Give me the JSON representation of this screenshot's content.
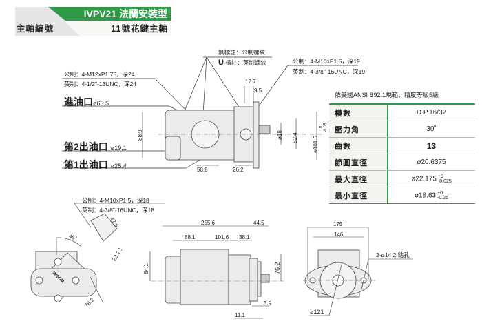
{
  "header": {
    "title": "IVPV21 法蘭安裝型",
    "shaft_label": "主軸編號",
    "shaft_value": "11號花鍵主軸"
  },
  "side_view": {
    "thread_note_metric_default": "無標註：公制螺紋",
    "thread_note_u_prefix": "U",
    "thread_note_u": "標註：英制螺紋",
    "inlet_bolt_metric": "公制：4-M12xP1.75，深24",
    "inlet_bolt_imperial": "英制：4-1/2\"-13UNC，深24",
    "outlet_bolt_metric": "公制：4-M10xP1.5，深19",
    "outlet_bolt_imperial": "英制：4-3/8\"-16UNC，深19",
    "inlet_label": "進油口",
    "inlet_size": "ø63.5",
    "outlet2_label": "第2出油口",
    "outlet2_size": "ø19.1",
    "outlet1_label": "第1出油口",
    "outlet1_size": "ø25.4",
    "dims": {
      "height": "88.9",
      "d1": "50.8",
      "d2": "26.2",
      "flange_thick": "12.7",
      "flange_pilot": "9.5",
      "shaft_dia": "ø18",
      "shaft_span": "52.4",
      "pilot_dia": "ø101.6",
      "pilot_tol_upper": "0",
      "pilot_tol_lower": "-0.05"
    }
  },
  "spline_spec": {
    "title": "依美國ANSI B92.1規範，精度等級5級",
    "rows": [
      {
        "key": "模數",
        "value": "D.P.16/32"
      },
      {
        "key": "壓力角",
        "value": "30˚"
      },
      {
        "key": "齒數",
        "value": "13"
      },
      {
        "key": "節圓直徑",
        "value": "ø20.6375"
      },
      {
        "key": "最大直徑",
        "value": "ø22.175",
        "tol_upper": "+0",
        "tol_lower": "-0.025"
      },
      {
        "key": "最小直徑",
        "value": "ø18.63",
        "tol_upper": "+0",
        "tol_lower": "-0.25"
      }
    ]
  },
  "end_view": {
    "bolt_metric": "公制：4-M10xP1.5，深18",
    "bolt_imperial": "英制：4-3/8\"-16UNC，深18",
    "angle": "45°",
    "d_47_6": "47.6",
    "d_22_22": "22.22",
    "d_78_2": "78.2",
    "brand": "IMSOM"
  },
  "front_view": {
    "d_255_6": "255.6",
    "d_44_5": "44.5",
    "d_88_1": "88.1",
    "d_101_6": "101.6",
    "d_38_1": "38.1",
    "d_84_1": "84.1",
    "d_76_2": "76.2",
    "d_3_9": "3.9",
    "d_11_1": "11.1"
  },
  "flange_view": {
    "d_175": "175",
    "d_146": "146",
    "holes": "2-ø14.2 鉆孔",
    "pilot": "ø121"
  },
  "colors": {
    "accent": "#2e9a48",
    "line": "#333333",
    "fill": "#e8e8e8"
  }
}
